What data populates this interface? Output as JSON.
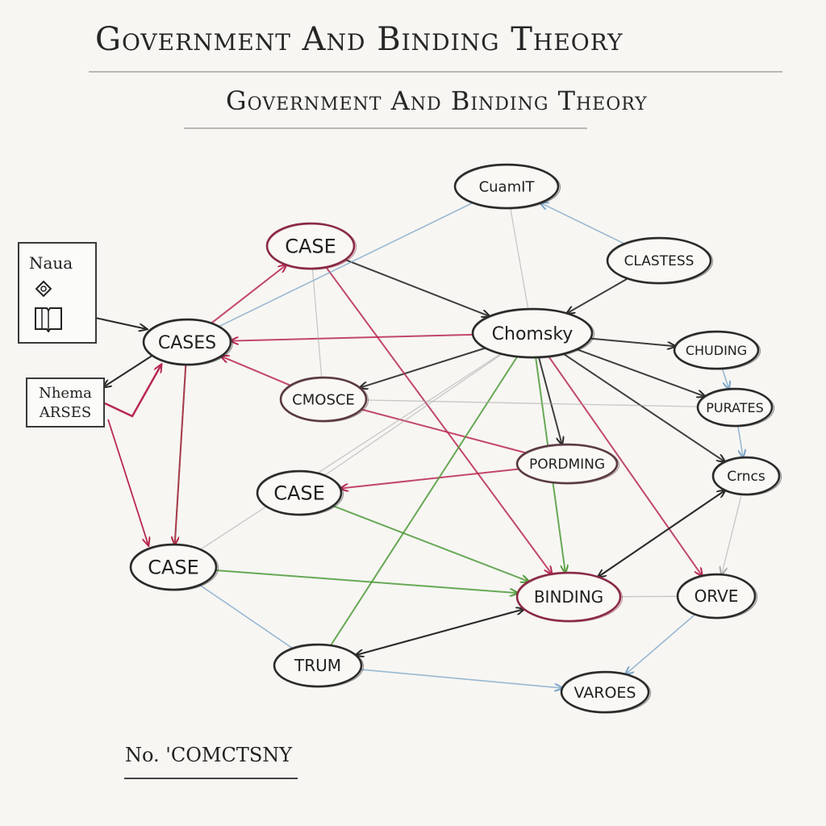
{
  "titles": {
    "main": "Government And Binding Theory",
    "sub": "Government And Binding Theory"
  },
  "note_box": {
    "title": "Naua"
  },
  "small_box": {
    "line1": "Nhema",
    "line2": "ARSES"
  },
  "footer_note": "No. 'COMCTSNY",
  "colors": {
    "ink": "#2a2a2a",
    "red": "#b8284f",
    "green": "#4f9a3a",
    "blue": "#7aa3c8",
    "gray": "#a9a9a9"
  },
  "nodes": [
    {
      "id": "cuamit",
      "label": "CuamIT"
    },
    {
      "id": "case_top",
      "label": "CASE"
    },
    {
      "id": "clastess",
      "label": "CLASTESS"
    },
    {
      "id": "chomsky",
      "label": "Chomsky"
    },
    {
      "id": "cases",
      "label": "CASES"
    },
    {
      "id": "chuding",
      "label": "CHUDING"
    },
    {
      "id": "cmosce",
      "label": "CMOSCE"
    },
    {
      "id": "purates",
      "label": "PURATES"
    },
    {
      "id": "pordming",
      "label": "PORDMING"
    },
    {
      "id": "crncs",
      "label": "Crncs"
    },
    {
      "id": "case_mid",
      "label": "CASE"
    },
    {
      "id": "case_low",
      "label": "CASE"
    },
    {
      "id": "binding",
      "label": "BINDING"
    },
    {
      "id": "orve",
      "label": "ORVE"
    },
    {
      "id": "trum",
      "label": "TRUM"
    },
    {
      "id": "varoes",
      "label": "VAROES"
    }
  ],
  "edges": [
    {
      "from": "case_top",
      "to": "chomsky",
      "color": "ink",
      "arrow": true
    },
    {
      "from": "chomsky",
      "to": "cases",
      "color": "red",
      "arrow": true
    },
    {
      "from": "chomsky",
      "to": "cmosce",
      "color": "ink",
      "arrow": true
    },
    {
      "from": "clastess",
      "to": "chomsky",
      "color": "ink",
      "arrow": true
    },
    {
      "from": "chomsky",
      "to": "chuding",
      "color": "ink",
      "arrow": true
    },
    {
      "from": "chomsky",
      "to": "purates",
      "color": "ink",
      "arrow": true
    },
    {
      "from": "chomsky",
      "to": "crncs",
      "color": "ink",
      "arrow": true
    },
    {
      "from": "chomsky",
      "to": "pordming",
      "color": "ink",
      "arrow": true
    },
    {
      "from": "chomsky",
      "to": "orve",
      "color": "red",
      "arrow": true
    },
    {
      "from": "chomsky",
      "to": "binding",
      "color": "green",
      "arrow": true
    },
    {
      "from": "cases",
      "to": "case_top",
      "color": "red",
      "arrow": true
    },
    {
      "from": "cases",
      "to": "case_low",
      "color": "green",
      "arrow": true
    },
    {
      "from": "cases",
      "to": "case_low",
      "color": "red",
      "arrow": true
    },
    {
      "from": "cmosce",
      "to": "cases",
      "color": "red",
      "arrow": true
    },
    {
      "from": "case_top",
      "to": "binding",
      "color": "red",
      "arrow": true
    },
    {
      "from": "case_top",
      "to": "cmosce",
      "color": "gray",
      "arrow": false
    },
    {
      "from": "chuding",
      "to": "purates",
      "color": "blue",
      "arrow": true
    },
    {
      "from": "purates",
      "to": "crncs",
      "color": "blue",
      "arrow": true
    },
    {
      "from": "crncs",
      "to": "orve",
      "color": "gray",
      "arrow": true
    },
    {
      "from": "crncs",
      "to": "binding",
      "color": "ink",
      "arrow": true
    },
    {
      "from": "binding",
      "to": "crncs",
      "color": "ink",
      "arrow": true
    },
    {
      "from": "trum",
      "to": "binding",
      "color": "ink",
      "arrow": true
    },
    {
      "from": "binding",
      "to": "trum",
      "color": "ink",
      "arrow": true
    },
    {
      "from": "trum",
      "to": "varoes",
      "color": "blue",
      "arrow": true
    },
    {
      "from": "orve",
      "to": "varoes",
      "color": "blue",
      "arrow": true
    },
    {
      "from": "case_low",
      "to": "binding",
      "color": "green",
      "arrow": true
    },
    {
      "from": "case_mid",
      "to": "binding",
      "color": "green",
      "arrow": true
    },
    {
      "from": "pordming",
      "to": "case_mid",
      "color": "red",
      "arrow": true
    },
    {
      "from": "cmosce",
      "to": "pordming",
      "color": "red",
      "arrow": false
    },
    {
      "from": "case_low",
      "to": "chomsky",
      "color": "gray",
      "arrow": false
    },
    {
      "from": "case_low",
      "to": "trum",
      "color": "blue",
      "arrow": false
    },
    {
      "from": "chomsky",
      "to": "cuamit",
      "color": "gray",
      "arrow": false
    },
    {
      "from": "cuamit",
      "to": "cases",
      "color": "blue",
      "arrow": false
    },
    {
      "from": "clastess",
      "to": "cuamit",
      "color": "blue",
      "arrow": true
    },
    {
      "from": "trum",
      "to": "chomsky",
      "color": "green",
      "arrow": false
    },
    {
      "from": "binding",
      "to": "orve",
      "color": "gray",
      "arrow": false
    },
    {
      "from": "case_mid",
      "to": "chomsky",
      "color": "gray",
      "arrow": false
    },
    {
      "from": "cmosce",
      "to": "purates",
      "color": "gray",
      "arrow": false
    }
  ]
}
